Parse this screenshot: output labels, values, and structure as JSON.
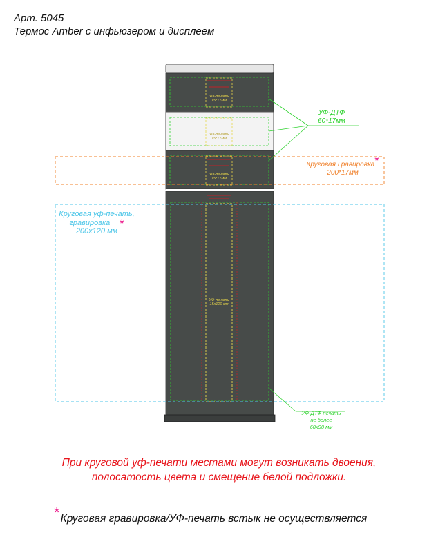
{
  "header": {
    "article": "Арт. 5045",
    "product": "Термос Amber с инфьюзером и дисплеем"
  },
  "labels": {
    "uv_dtf_main": {
      "line1": "УФ-ДТФ",
      "line2": "60*17мм"
    },
    "engraving_ring": {
      "line1": "Круговая Гравировка",
      "line2": "200*17мм"
    },
    "uv_ring": {
      "line1": "Круговая уф-печать,",
      "line2": "гравировка",
      "line3": "200х120 мм"
    },
    "uv_dtf_bottom": {
      "line1": "УФ-ДТФ печать",
      "line2": "не более",
      "line3": "60х90 мм"
    }
  },
  "zones": {
    "cap_top": {
      "line1": "УФ-печать",
      "line2": "15*17мм"
    },
    "display": {
      "line1": "УФ-печать",
      "line2": "15*17мм"
    },
    "middle": {
      "line1": "УФ-печать",
      "line2": "15*17мм"
    },
    "body": {
      "line1": "УФ-печать",
      "line2": "15х120 мм"
    }
  },
  "warning": {
    "line1": "При круговой уф-печати местами могут возникать двоения,",
    "line2": "полосатость цвета и смещение белой подложки."
  },
  "footnote": {
    "star": "*",
    "text": "Круговая гравировка/УФ-печать встык не осуществляется"
  },
  "colors": {
    "body": "#474b49",
    "green_line": "#2fd22f",
    "orange": "#f0802a",
    "cyan": "#4cc6e8",
    "yellow": "#e8d64a",
    "red": "#e8141b",
    "magenta": "#ec1c8c"
  }
}
